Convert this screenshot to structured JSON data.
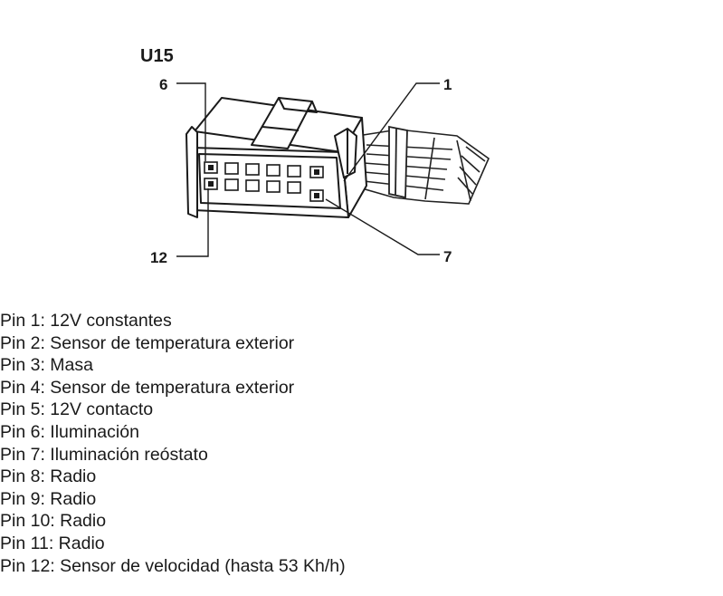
{
  "diagram": {
    "title": "U15",
    "callouts": {
      "pin1": "1",
      "pin6": "6",
      "pin7": "7",
      "pin12": "12"
    }
  },
  "pins": [
    "Pin 1: 12V constantes",
    "Pin 2: Sensor de temperatura exterior",
    "Pin 3: Masa",
    "Pin 4: Sensor de temperatura exterior",
    "Pin 5: 12V contacto",
    "Pin 6: Iluminación",
    "Pin 7: Iluminación reóstato",
    "Pin 8: Radio",
    "Pin 9: Radio",
    "Pin 10: Radio",
    "Pin 11: Radio",
    "Pin 12: Sensor de velocidad (hasta 53 Kh/h)"
  ]
}
